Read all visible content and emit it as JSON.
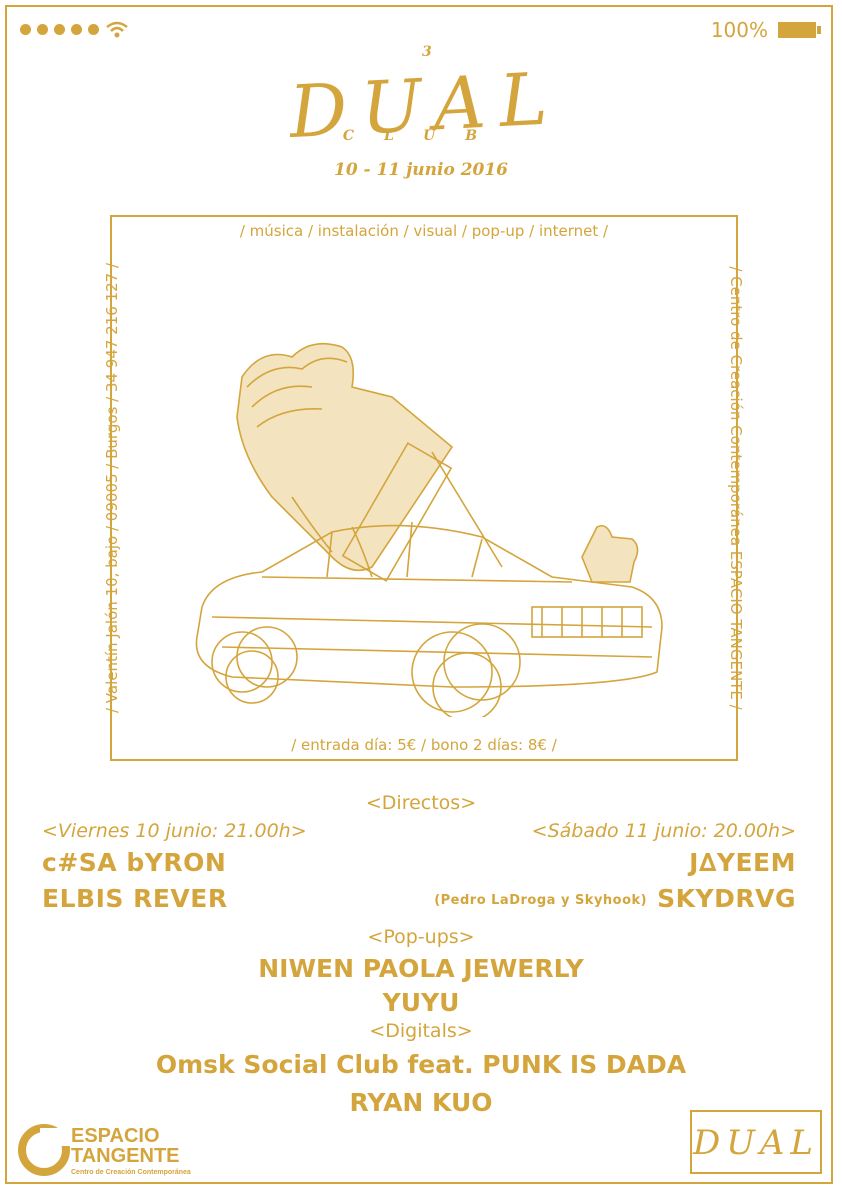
{
  "status": {
    "battery": "100%"
  },
  "header": {
    "logo_text": "DUAL",
    "logo_small": "CLUB",
    "logo_number": "3",
    "date": "10 - 11 junio 2016"
  },
  "box": {
    "top": "/ música / instalación / visual / pop-up / internet /",
    "bottom": "/ entrada día: 5€ / bono 2 días: 8€ /",
    "left": "/ Valentín Jalón 10, bajo / 09005 / Burgos / 34 947 216 127 /",
    "right": "/ Centro de Creación Contemporánea ESPACIO TANGENTE /"
  },
  "program": {
    "directos": "<Directos>",
    "day1": "<Viernes 10 junio: 21.00h>",
    "day2": "<Sábado 11 junio: 20.00h>",
    "day1_acts": [
      "c#SA bYRON",
      "ELBIS REVER"
    ],
    "day2_acts": [
      "J∆YEEM",
      "SKYDRVG"
    ],
    "day2_note": "(Pedro LaDroga y Skyhook)",
    "popups": "<Pop-ups>",
    "popup_acts": [
      "NIWEN PAOLA JEWERLY",
      "YUYU"
    ],
    "digitals": "<Digitals>",
    "digital_acts": [
      "Omsk Social Club feat. PUNK IS DADA",
      "RYAN KUO"
    ]
  },
  "footer": {
    "logo_line1": "ESPACIO",
    "logo_line2": "TANGENTE",
    "logo_sub": "Centro de Creación Contemporánea",
    "dual": "DUAL"
  },
  "colors": {
    "gold": "#d4a53c",
    "background": "#ffffff"
  }
}
